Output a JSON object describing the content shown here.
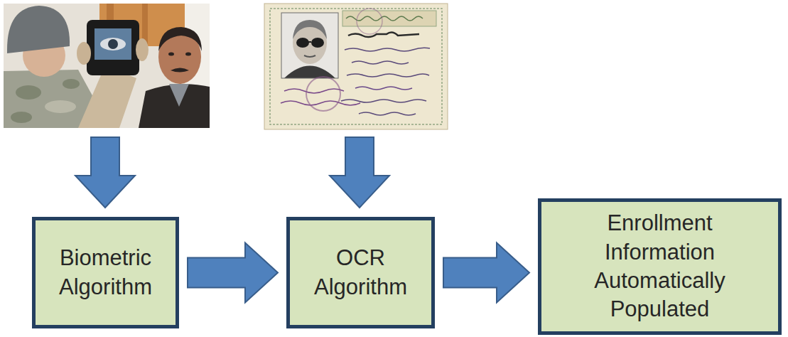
{
  "diagram": {
    "nodes": [
      {
        "text": [
          "Biometric Algorithm"
        ]
      },
      {
        "text": [
          "OCR Algorithm"
        ]
      },
      {
        "text": [
          "Enrollment Information Automatically Populated"
        ]
      }
    ],
    "edges": [
      {
        "from": 0,
        "to": 1,
        "arrow": "to"
      },
      {
        "from": 1,
        "to": 2,
        "arrow": "to"
      }
    ]
  }
}
